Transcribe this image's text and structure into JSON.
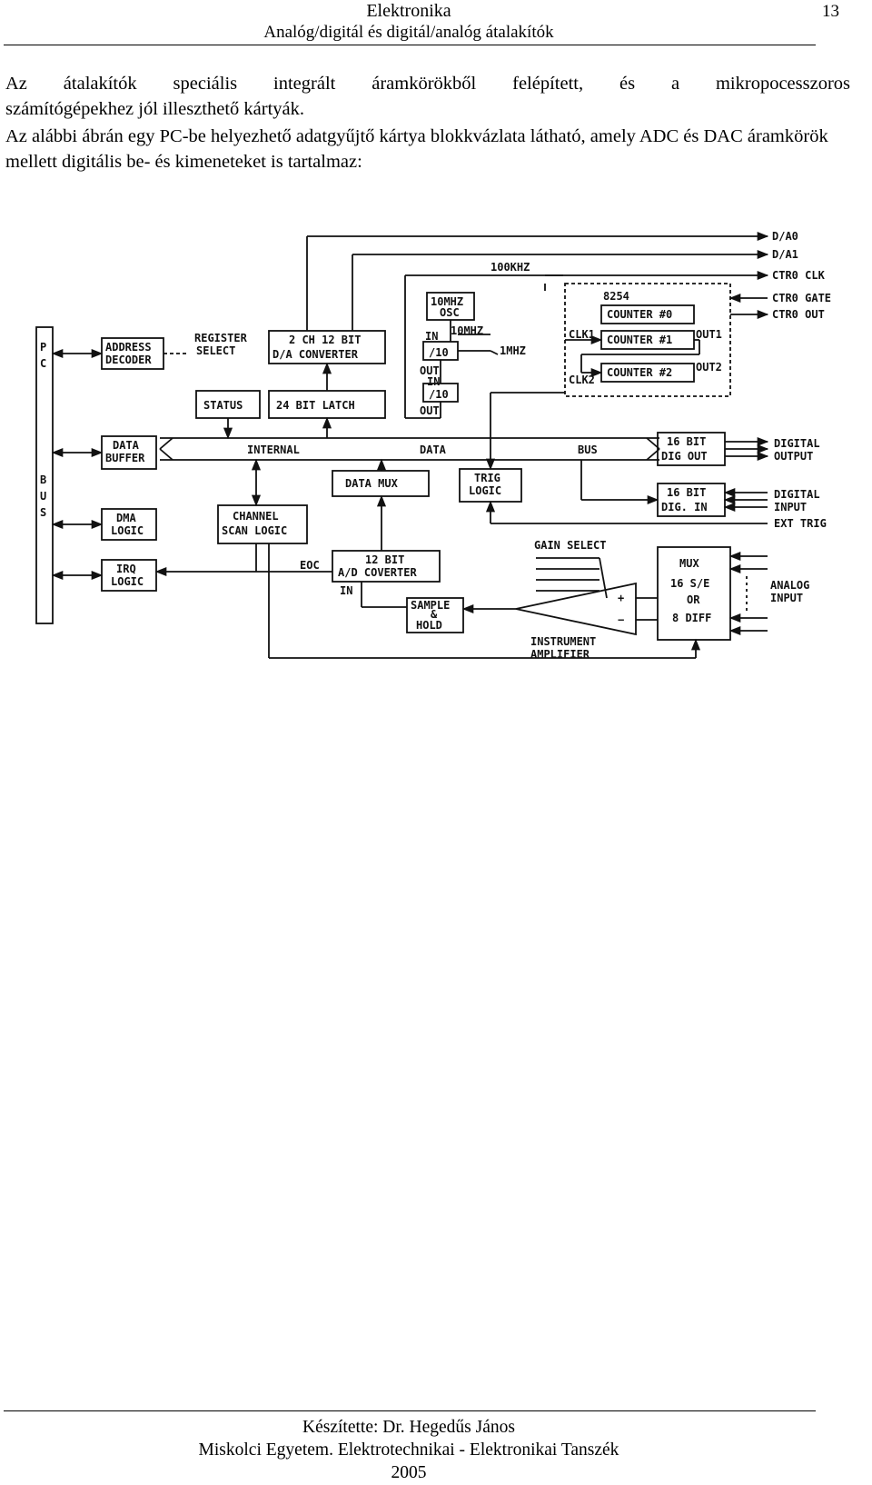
{
  "header": {
    "title": "Elektronika",
    "subtitle": "Analóg/digitál és digitál/analóg átalakítók",
    "page_number": "13"
  },
  "body": {
    "paragraph1_line1": "Az átalakítók speciális integrált áramkörökből felépített, és a mikropocesszoros",
    "paragraph1_line2": "számítógépekhez jól illeszthető kártyák.",
    "paragraph2": "Az alábbi ábrán egy PC-be helyezhető adatgyűjtő kártya blokkvázlata látható, amely ADC és DAC áramkörök mellett digitális be- és kimeneteket is tartalmaz:"
  },
  "diagram": {
    "pc_bus": [
      "P",
      "C",
      "B",
      "U",
      "S"
    ],
    "address_decoder": [
      "ADDRESS",
      "DECODER"
    ],
    "register_select": [
      "REGISTER",
      "SELECT"
    ],
    "dac": [
      "2 CH 12 BIT",
      "D/A CONVERTER"
    ],
    "status": "STATUS",
    "latch": "24 BIT LATCH",
    "osc": [
      "10MHZ",
      "OSC"
    ],
    "div1": "/10",
    "div2": "/10",
    "osc_in": "IN",
    "osc_out": "OUT",
    "freq_10mhz": "10MHZ",
    "freq_1mhz": "1MHZ",
    "freq_100khz": "100KHZ",
    "chip_8254": "8254",
    "counter0": "COUNTER #0",
    "counter1": "COUNTER #1",
    "counter2": "COUNTER #2",
    "clk1": "CLK1",
    "clk2": "CLK2",
    "out1": "OUT1",
    "out2": "OUT2",
    "da0": "D/A0",
    "da1": "D/A1",
    "ctr0_clk": "CTR0 CLK",
    "ctr0_gate": "CTR0 GATE",
    "ctr0_out": "CTR0 OUT",
    "data_buffer": [
      "DATA",
      "BUFFER"
    ],
    "bus_internal": "INTERNAL",
    "bus_data": "DATA",
    "bus_bus": "BUS",
    "dig_out": [
      "16 BIT",
      "DIG OUT"
    ],
    "digital_output": [
      "DIGITAL",
      "OUTPUT"
    ],
    "dig_in": [
      "16 BIT",
      "DIG. IN"
    ],
    "digital_input": [
      "DIGITAL",
      "INPUT"
    ],
    "data_mux": "DATA MUX",
    "trig_logic": [
      "TRIG",
      "LOGIC"
    ],
    "ext_trig": "EXT TRIG",
    "dma_logic": [
      "DMA",
      "LOGIC"
    ],
    "irq_logic": [
      "IRQ",
      "LOGIC"
    ],
    "channel_scan": [
      "CHANNEL",
      "SCAN LOGIC"
    ],
    "adc": [
      "12 BIT",
      "A/D COVERTER"
    ],
    "eoc": "EOC",
    "adc_in": "IN",
    "sample_hold": [
      "SAMPLE",
      "&",
      "HOLD"
    ],
    "gain_select": "GAIN SELECT",
    "amp_label": [
      "INSTRUMENT",
      "AMPLIFIER"
    ],
    "amp_plus": "+",
    "amp_minus": "−",
    "mux": [
      "MUX",
      "16 S/E",
      "OR",
      "8 DIFF"
    ],
    "analog_input": [
      "ANALOG",
      "INPUT"
    ]
  },
  "footer": {
    "author": "Készítette: Dr. Hegedűs János",
    "institution": "Miskolci Egyetem. Elektrotechnikai - Elektronikai Tanszék",
    "year": "2005"
  }
}
